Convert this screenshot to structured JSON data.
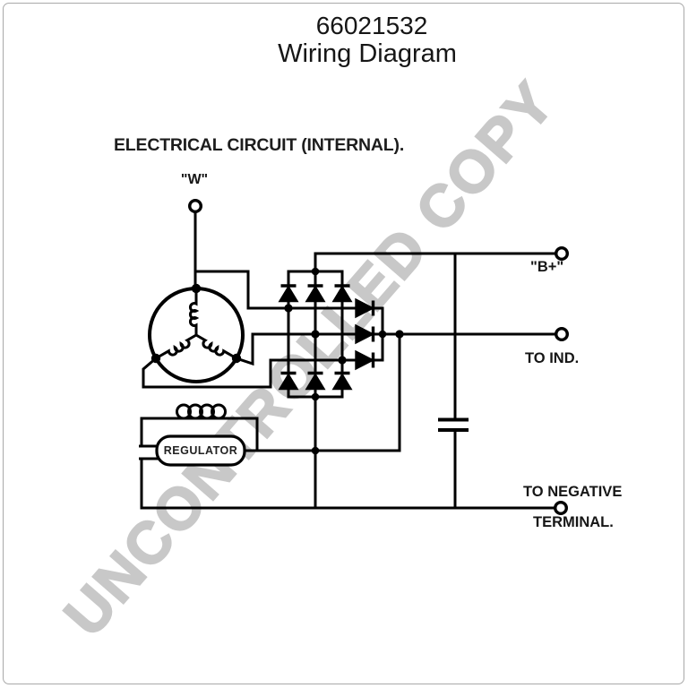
{
  "header": {
    "part_number": "66021532",
    "title": "Wiring Diagram"
  },
  "diagram": {
    "heading": "ELECTRICAL CIRCUIT (INTERNAL).",
    "terminals": {
      "w": "\"W\"",
      "b_plus": "\"B+\"",
      "to_ind": "TO IND.",
      "to_negative_line1": "TO NEGATIVE",
      "to_negative_line2": "TERMINAL."
    },
    "components": {
      "regulator": "REGULATOR",
      "stator": "3-phase wye stator winding",
      "rectifier": "six-diode bridge with diode trio",
      "capacitor": "suppression capacitor",
      "choke": "field coil"
    }
  },
  "watermark": {
    "text": "UNCONTROLLED COPY",
    "color": "#c8c8c8"
  },
  "colors": {
    "line": "#000000",
    "background": "#ffffff",
    "border": "#a9a9a9"
  }
}
